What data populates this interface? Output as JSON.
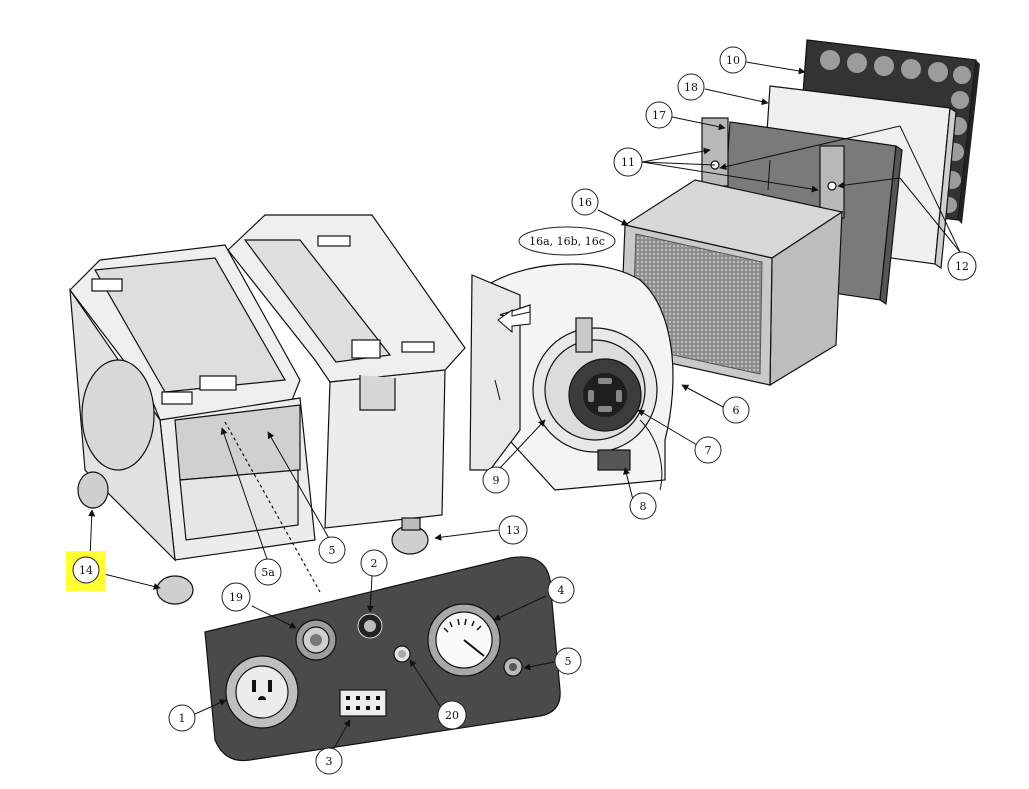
{
  "callouts": {
    "c1": "1",
    "c2": "2",
    "c3": "3",
    "c4": "4",
    "c5_panel": "5",
    "c5_body": "5",
    "c5a": "5a",
    "c6": "6",
    "c7": "7",
    "c8": "8",
    "c9": "9",
    "c10": "10",
    "c11": "11",
    "c12": "12",
    "c13": "13",
    "c14": "14",
    "c16": "16",
    "c16abc": "16a, 16b, 16c",
    "c17": "17",
    "c18": "18",
    "c19": "19",
    "c20": "20"
  },
  "colors": {
    "highlight": "#ffff33",
    "panel": "#4a4a4a",
    "carbon_filter": "#3a3a3a",
    "prefilter": "#7c7c7c",
    "hepa_face": "#9a9a9a"
  },
  "highlighted_callout": "14"
}
